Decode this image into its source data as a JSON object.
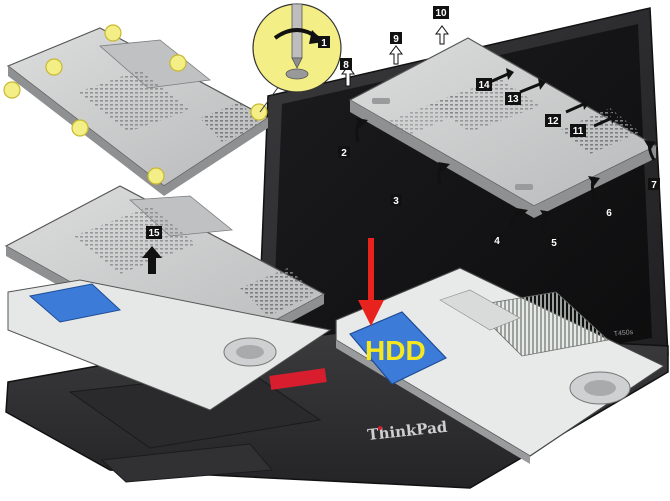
{
  "brand_text": "ThinkPad",
  "model_text": "T450s",
  "hdd_label": "HDD",
  "steps": [
    "1",
    "2",
    "3",
    "4",
    "5",
    "6",
    "7",
    "8",
    "9",
    "10",
    "11",
    "12",
    "13",
    "14",
    "15"
  ],
  "colors": {
    "laptop_body": "#2e2e30",
    "screen": "#141416",
    "base_panel": "#c9cacb",
    "screw_highlight": "#f3ef86",
    "hdd_fill": "#3c7bd8",
    "hdd_text": "#f6e81e",
    "red_arrow": "#e8231e",
    "step_box": "#111111"
  },
  "icons": [
    "screwdriver-icon",
    "rotate-arrow-icon",
    "red-down-arrow-icon",
    "lift-arrow-icon"
  ]
}
